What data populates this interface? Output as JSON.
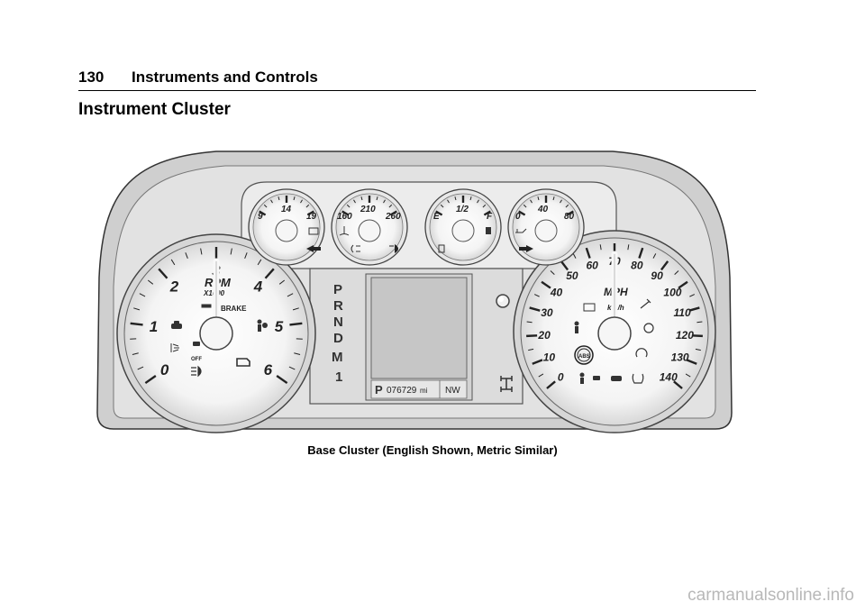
{
  "header": {
    "page_number": "130",
    "chapter": "Instruments and Controls"
  },
  "section_title": "Instrument Cluster",
  "figure": {
    "caption": "Base Cluster (English Shown, Metric Similar)",
    "tachometer": {
      "label": "RPM",
      "sublabel": "X1000",
      "numbers": [
        "0",
        "1",
        "2",
        "3",
        "4",
        "5",
        "6"
      ],
      "brake_label": "BRAKE",
      "off_label": "OFF"
    },
    "speedometer": {
      "label": "MPH",
      "sublabel": "km/h",
      "numbers": [
        "0",
        "10",
        "20",
        "30",
        "40",
        "50",
        "60",
        "70",
        "80",
        "90",
        "100",
        "110",
        "120",
        "130",
        "140"
      ],
      "abs_label": "ABS"
    },
    "voltmeter": {
      "numbers": [
        "9",
        "14",
        "19"
      ]
    },
    "temp_gauge": {
      "numbers": [
        "160",
        "210",
        "260"
      ]
    },
    "fuel_gauge": {
      "numbers": [
        "E",
        "1/2",
        "F"
      ]
    },
    "oil_gauge": {
      "numbers": [
        "0",
        "40",
        "80"
      ]
    },
    "gear_indicator": [
      "P",
      "R",
      "N",
      "D",
      "M",
      "1"
    ],
    "odometer": {
      "gear": "P",
      "reading": "076729",
      "unit": "mi",
      "compass": "NW"
    }
  },
  "watermark": "carmanualsonline.info"
}
